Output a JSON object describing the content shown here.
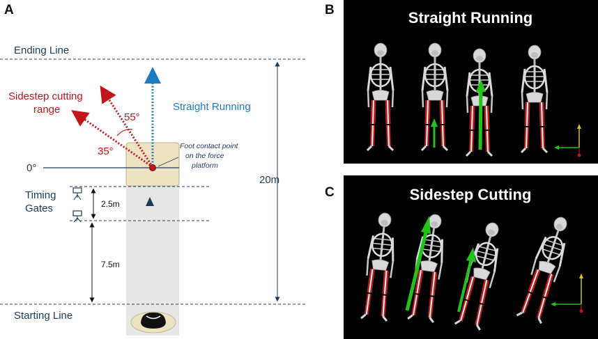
{
  "panel_a": {
    "letter": "A",
    "ending_line": "Ending Line",
    "starting_line": "Starting Line",
    "straight_running": "Straight Running",
    "sidestep_range_line1": "Sidestep cutting",
    "sidestep_range_line2": "range",
    "angle_55": "55°",
    "angle_35": "35°",
    "angle_0": "0°",
    "foot_contact_line1": "Foot contact point",
    "foot_contact_line2": "on the force",
    "foot_contact_line3": "platform",
    "timing_line1": "Timing",
    "timing_line2": "Gates",
    "dist_2_5": "2.5m",
    "dist_7_5": "7.5m",
    "dist_20": "20m"
  },
  "panel_b": {
    "letter": "B",
    "title": "Straight Running"
  },
  "panel_c": {
    "letter": "C",
    "title": "Sidestep Cutting"
  },
  "colors": {
    "navy": "#1d3a5c",
    "red": "#c0161c",
    "blue": "#1f7ac4",
    "plate": "#ece3c3",
    "runway": "#e6e6e6",
    "green_arrow": "#22c41c"
  }
}
